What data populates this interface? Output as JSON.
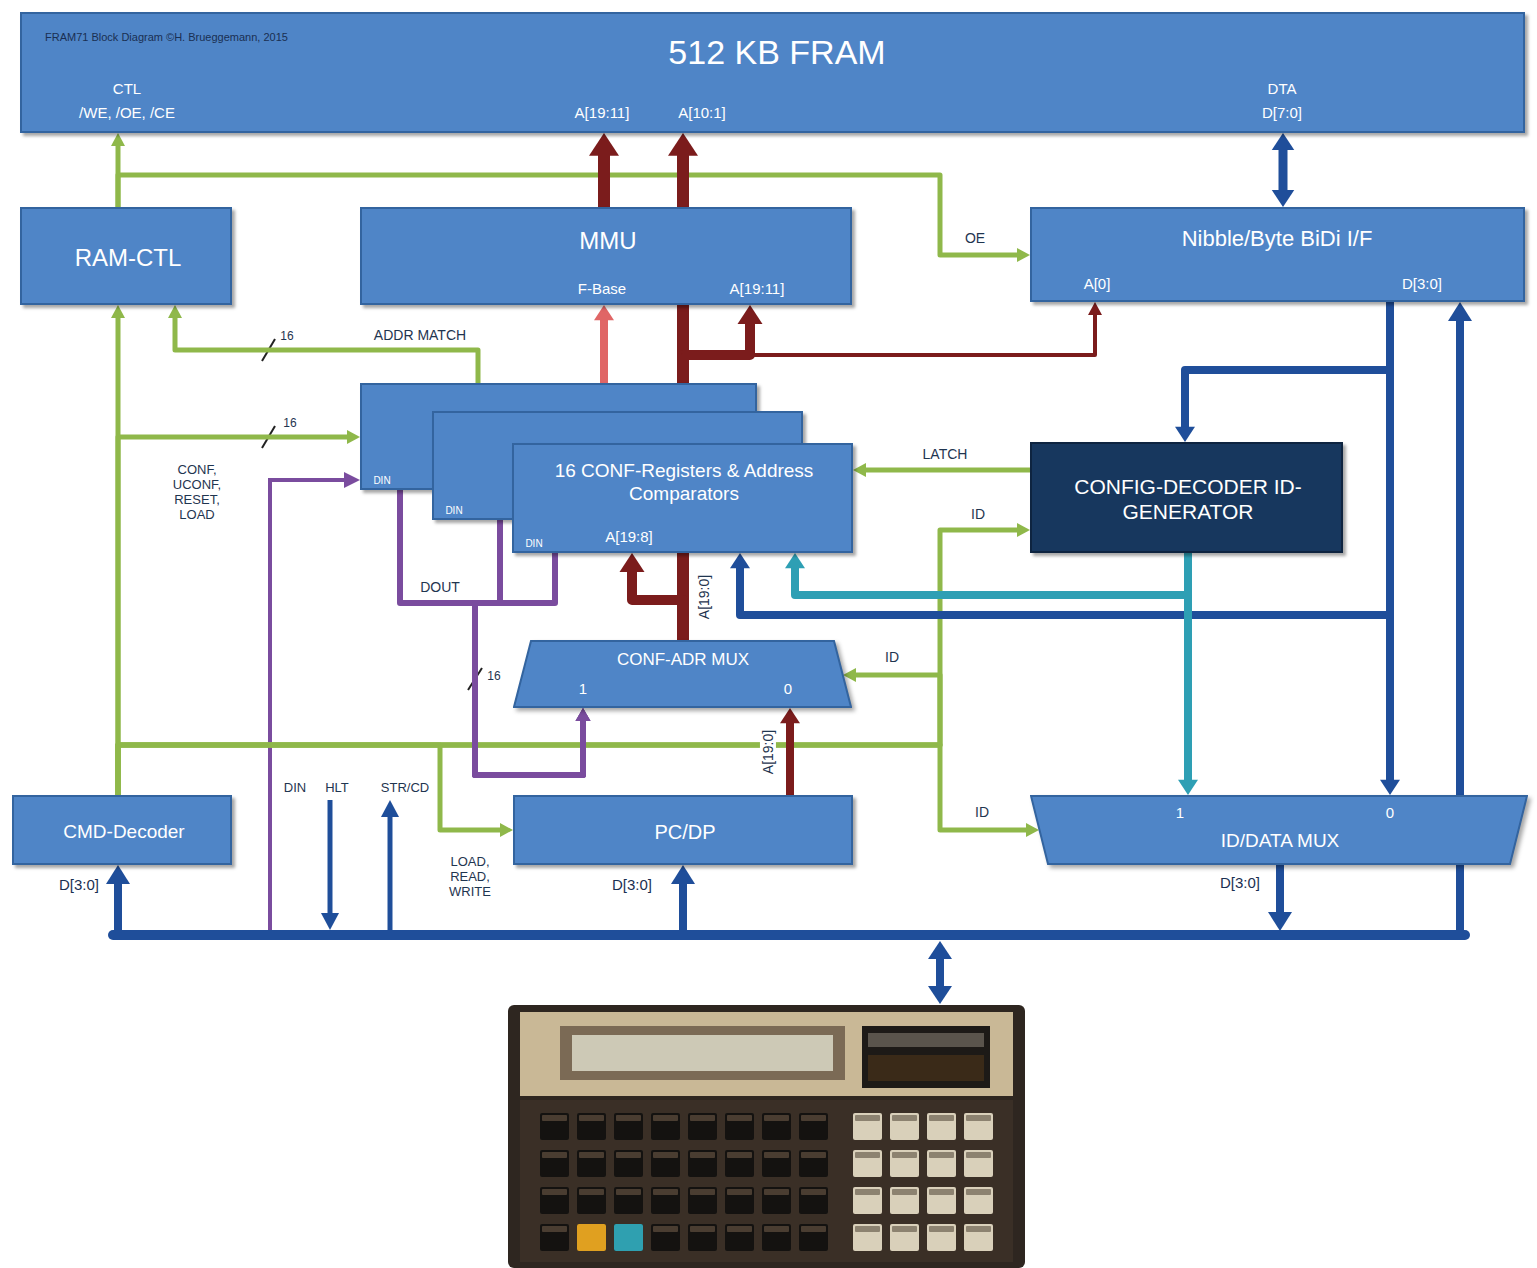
{
  "diagram": {
    "nodes": [
      {
        "text": [
          "512 KB FRAM",
          "CTL",
          "/WE, /OE, /CE",
          "A[19:11]",
          "A[10:1]",
          "DTA",
          "D[7:0]"
        ]
      },
      {
        "text": [
          "RAM-CTL"
        ]
      },
      {
        "text": [
          "MMU",
          "F-Base",
          "A[19:11]"
        ]
      },
      {
        "text": [
          "Nibble/Byte BiDi I/F",
          "A[0]",
          "D[3:0]"
        ]
      },
      {
        "text": [
          "DIN"
        ]
      },
      {
        "text": [
          "DIN"
        ]
      },
      {
        "text": [
          "16 CONF-Registers & Address Comparators",
          "DIN",
          "A[19:8]"
        ]
      },
      {
        "text": [
          "CONFIG-DECODER ID-GENERATOR"
        ]
      },
      {
        "text": [
          "CONF-ADR MUX",
          "1",
          "0"
        ]
      },
      {
        "text": [
          "CMD-Decoder",
          "D[3:0]"
        ]
      },
      {
        "text": [
          "PC/DP",
          "D[3:0]"
        ]
      },
      {
        "text": [
          "ID/DATA MUX",
          "1",
          "0",
          "D[3:0]"
        ]
      }
    ],
    "edges": [
      {
        "from": 1,
        "to": 0,
        "arrow": "to"
      },
      {
        "from": 1,
        "to": 3,
        "label": "OE",
        "arrow": "to"
      },
      {
        "from": 2,
        "to": 0,
        "arrow": "to"
      },
      {
        "from": 4,
        "to": 2,
        "arrow": "to"
      },
      {
        "from": 8,
        "to": 0,
        "label": "A[19:0]",
        "arrow": "to"
      },
      {
        "from": 8,
        "to": 2,
        "arrow": "to"
      },
      {
        "from": 8,
        "to": 3,
        "arrow": "to"
      },
      {
        "from": 8,
        "to": 6,
        "arrow": "to"
      },
      {
        "from": 3,
        "to": 0,
        "arrow": "both"
      },
      {
        "from": 4,
        "to": 1,
        "label": "ADDR MATCH",
        "arrow": "to"
      },
      {
        "from": 9,
        "to": 4,
        "label": "CONF, UCONF, RESET, LOAD",
        "arrow": "to"
      },
      {
        "from": 9,
        "to": 1,
        "arrow": "to"
      },
      {
        "from": 9,
        "to": 10,
        "label": "LOAD, READ, WRITE",
        "arrow": "to"
      },
      {
        "from": 9,
        "to": 7,
        "label": "ID",
        "arrow": "to"
      },
      {
        "from": 9,
        "to": 8,
        "label": "ID",
        "arrow": "to"
      },
      {
        "from": 9,
        "to": 11,
        "label": "ID",
        "arrow": "to"
      },
      {
        "from": 7,
        "to": 6,
        "label": "LATCH",
        "arrow": "to"
      },
      {
        "from": 3,
        "to": 11,
        "arrow": "to"
      },
      {
        "from": 3,
        "to": 7,
        "arrow": "to"
      },
      {
        "from": 3,
        "to": 6,
        "arrow": "to"
      },
      {
        "from": 7,
        "to": 11,
        "arrow": "to"
      },
      {
        "from": 7,
        "to": 6,
        "arrow": "to"
      },
      {
        "from": 4,
        "to": 8,
        "label": "DOUT",
        "arrow": "to"
      },
      {
        "from": 5,
        "to": 8,
        "arrow": "to"
      },
      {
        "from": 6,
        "to": 8,
        "arrow": "to"
      },
      {
        "from": 10,
        "to": 8,
        "label": "A[19:0]",
        "arrow": "to"
      }
    ],
    "labels": [
      "FRAM71 Block Diagram ©H. Brueggemann, 2015",
      "16",
      "16",
      "16",
      "DIN",
      "HLT",
      "STR/CD"
    ]
  }
}
